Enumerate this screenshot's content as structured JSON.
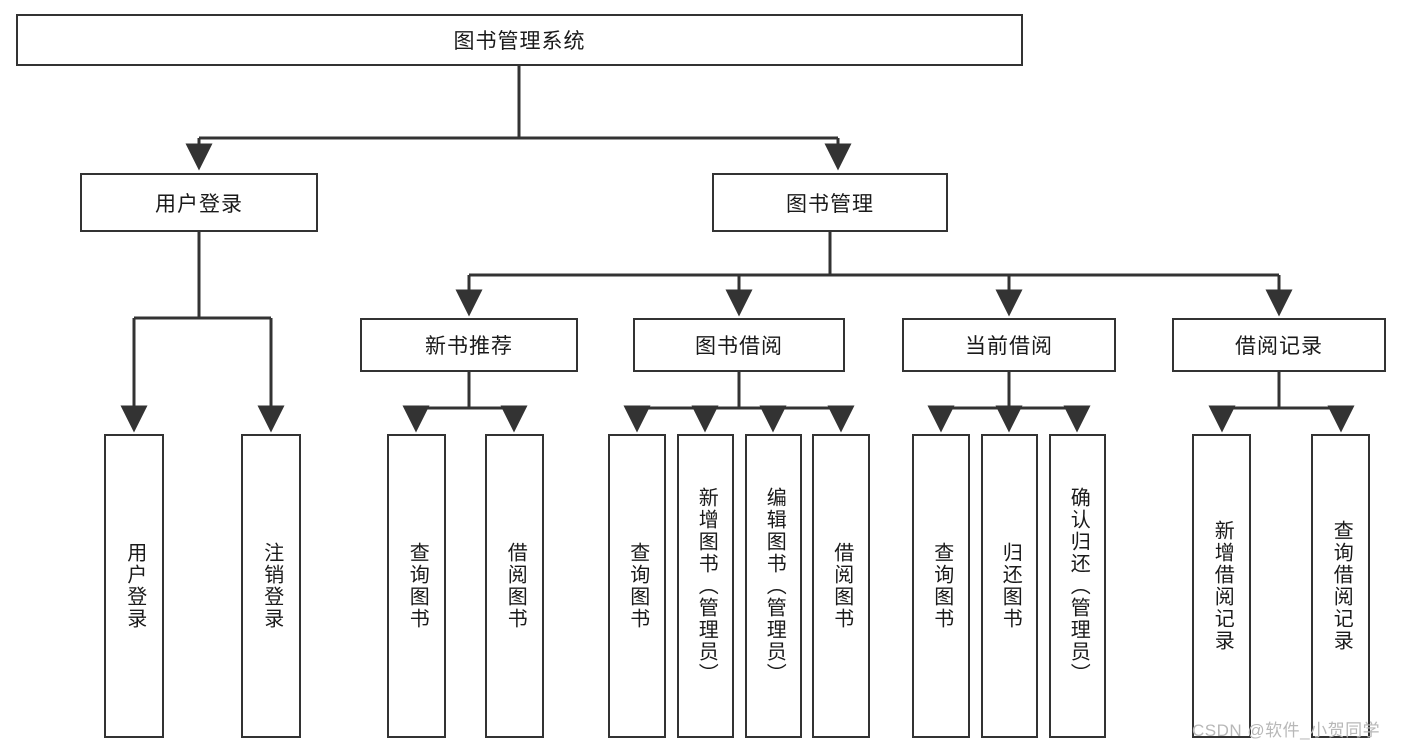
{
  "diagram": {
    "type": "tree-hierarchy",
    "title": "图书管理系统",
    "root": {
      "label": "图书管理系统"
    },
    "level2": [
      {
        "id": "user-login",
        "label": "用户登录"
      },
      {
        "id": "book-management",
        "label": "图书管理"
      }
    ],
    "level3": [
      {
        "id": "new-book-recommend",
        "label": "新书推荐",
        "parent": "book-management"
      },
      {
        "id": "book-borrow",
        "label": "图书借阅",
        "parent": "book-management"
      },
      {
        "id": "current-borrow",
        "label": "当前借阅",
        "parent": "book-management"
      },
      {
        "id": "borrow-record",
        "label": "借阅记录",
        "parent": "book-management"
      }
    ],
    "leaves": [
      {
        "id": "leaf-user-login",
        "label": "用户登录",
        "parent": "user-login"
      },
      {
        "id": "leaf-logout",
        "label": "注销登录",
        "parent": "user-login"
      },
      {
        "id": "leaf-query-book-1",
        "label": "查询图书",
        "parent": "new-book-recommend"
      },
      {
        "id": "leaf-borrow-book-1",
        "label": "借阅图书",
        "parent": "new-book-recommend"
      },
      {
        "id": "leaf-query-book-2",
        "label": "查询图书",
        "parent": "book-borrow"
      },
      {
        "id": "leaf-add-book",
        "label": "新增图书（管理员）",
        "parent": "book-borrow"
      },
      {
        "id": "leaf-edit-book",
        "label": "编辑图书（管理员）",
        "parent": "book-borrow"
      },
      {
        "id": "leaf-borrow-book-2",
        "label": "借阅图书",
        "parent": "book-borrow"
      },
      {
        "id": "leaf-query-book-3",
        "label": "查询图书",
        "parent": "current-borrow"
      },
      {
        "id": "leaf-return-book",
        "label": "归还图书",
        "parent": "current-borrow"
      },
      {
        "id": "leaf-confirm-return",
        "label": "确认归还（管理员）",
        "parent": "current-borrow"
      },
      {
        "id": "leaf-add-record",
        "label": "新增借阅记录",
        "parent": "borrow-record"
      },
      {
        "id": "leaf-query-record",
        "label": "查询借阅记录",
        "parent": "borrow-record"
      }
    ]
  },
  "watermark": {
    "text": "CSDN @软件_小贺同学"
  },
  "colors": {
    "background": "#ffffff",
    "border": "#333333",
    "text": "#1a1a1a",
    "connector": "#333333",
    "watermark": "#b8b8b8"
  }
}
